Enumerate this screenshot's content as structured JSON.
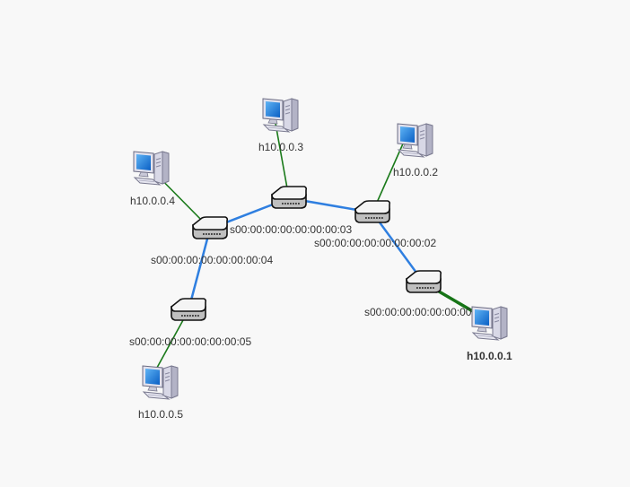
{
  "topology": {
    "switches": [
      {
        "id": "s1",
        "label": "s00:00:00:00:00:00:00:01"
      },
      {
        "id": "s2",
        "label": "s00:00:00:00:00:00:00:02"
      },
      {
        "id": "s3",
        "label": "s00:00:00:00:00:00:00:03"
      },
      {
        "id": "s4",
        "label": "s00:00:00:00:00:00:00:04"
      },
      {
        "id": "s5",
        "label": "s00:00:00:00:00:00:00:05"
      }
    ],
    "hosts": [
      {
        "id": "h1",
        "label": "h10.0.0.1",
        "selected": true
      },
      {
        "id": "h2",
        "label": "h10.0.0.2"
      },
      {
        "id": "h3",
        "label": "h10.0.0.3"
      },
      {
        "id": "h4",
        "label": "h10.0.0.4"
      },
      {
        "id": "h5",
        "label": "h10.0.0.5"
      }
    ],
    "switch_links": [
      [
        "s4",
        "s3"
      ],
      [
        "s3",
        "s2"
      ],
      [
        "s2",
        "s1"
      ],
      [
        "s4",
        "s5"
      ]
    ],
    "host_links": [
      [
        "h1",
        "s1"
      ],
      [
        "h2",
        "s2"
      ],
      [
        "h3",
        "s3"
      ],
      [
        "h4",
        "s4"
      ],
      [
        "h5",
        "s5"
      ]
    ]
  },
  "colors": {
    "switch_link": "#2f7fe0",
    "host_link": "#1a7a1a",
    "background": "#f8f8f8"
  },
  "icons": {
    "switch": "switch-icon",
    "host": "computer-icon"
  }
}
